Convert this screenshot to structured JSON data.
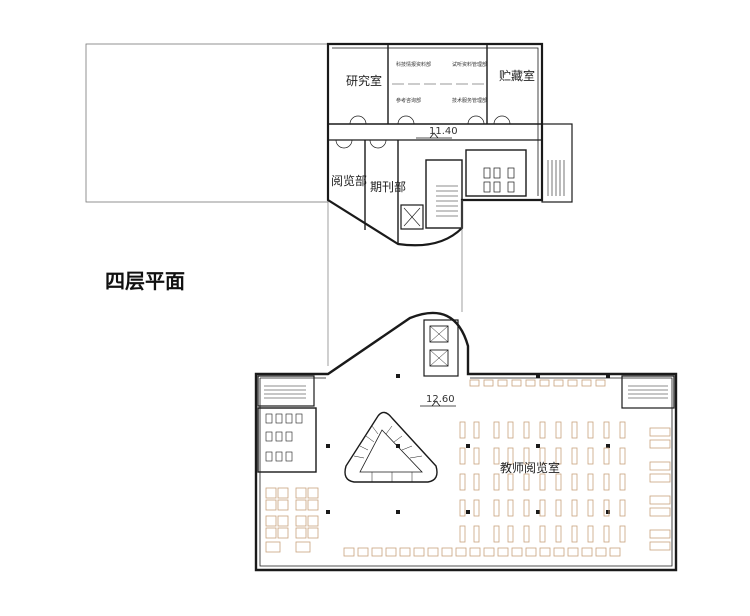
{
  "title": "四层平面",
  "upper": {
    "rooms": {
      "research": "研究室",
      "storage": "贮藏室",
      "reading": "阅览部",
      "periodicals": "期刊部",
      "sci_info": "科技情报资料部",
      "document_mgmt": "试听资料管理部",
      "reference": "参考咨询部",
      "tech_service": "技术服务管理部"
    },
    "elevation": "11.40"
  },
  "lower": {
    "rooms": {
      "teacher_reading": "教师阅览室"
    },
    "elevation": "12.60"
  },
  "colors": {
    "line": "#1a1a1a",
    "thin": "#555555",
    "furniture": "#c9a27e"
  }
}
